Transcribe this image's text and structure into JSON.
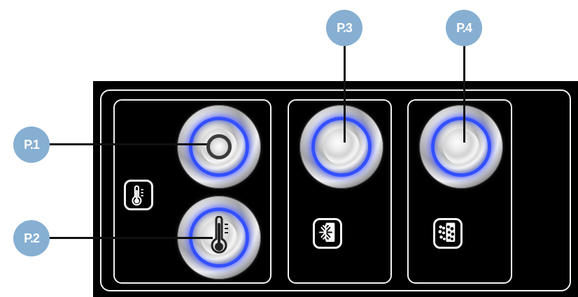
{
  "callouts": {
    "p1": "P.1",
    "p2": "P.2",
    "p3": "P.3",
    "p4": "P.4"
  },
  "icons": {
    "left_section": "thermometer-icon",
    "middle_section": "snowflake-icon",
    "right_section": "dots-pattern-icon",
    "p2_button": "thermometer-icon"
  },
  "colors": {
    "panel": "#000000",
    "frame": "#f2f2f2",
    "callout": "#86afd2",
    "led_ring": "#3350ff"
  }
}
